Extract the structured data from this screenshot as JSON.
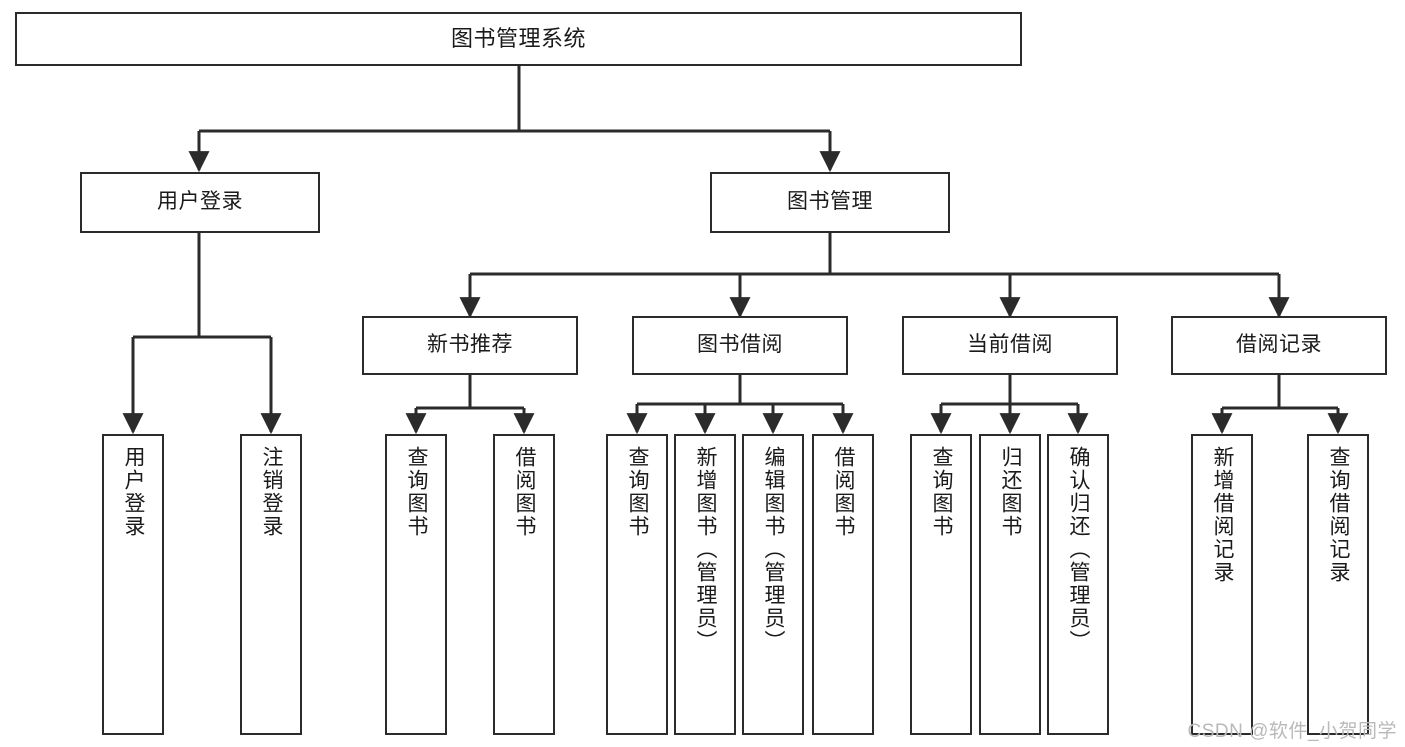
{
  "diagram": {
    "title": "图书管理系统",
    "type": "tree",
    "colors": {
      "background": "#ffffff",
      "node_border": "#2b2b2b",
      "node_fill": "#ffffff",
      "edge": "#2b2b2b",
      "text": "#1a1a1a",
      "watermark": "#b9b9b9"
    },
    "root": {
      "label": "图书管理系统"
    },
    "level1": [
      {
        "label": "用户登录"
      },
      {
        "label": "图书管理"
      }
    ],
    "level2": [
      {
        "label": "新书推荐"
      },
      {
        "label": "图书借阅"
      },
      {
        "label": "当前借阅"
      },
      {
        "label": "借阅记录"
      }
    ],
    "leaves": {
      "user_login": [
        {
          "label": "用户登录"
        },
        {
          "label": "注销登录"
        }
      ],
      "new_book_recommend": [
        {
          "label": "查询图书"
        },
        {
          "label": "借阅图书"
        }
      ],
      "book_borrow": [
        {
          "label": "查询图书"
        },
        {
          "label": "新增图书（管理员）"
        },
        {
          "label": "编辑图书（管理员）"
        },
        {
          "label": "借阅图书"
        }
      ],
      "current_borrow": [
        {
          "label": "查询图书"
        },
        {
          "label": "归还图书"
        },
        {
          "label": "确认归还（管理员）"
        }
      ],
      "borrow_record": [
        {
          "label": "新增借阅记录"
        },
        {
          "label": "查询借阅记录"
        }
      ]
    }
  },
  "watermark": {
    "text": "CSDN @软件_小贺同学"
  }
}
